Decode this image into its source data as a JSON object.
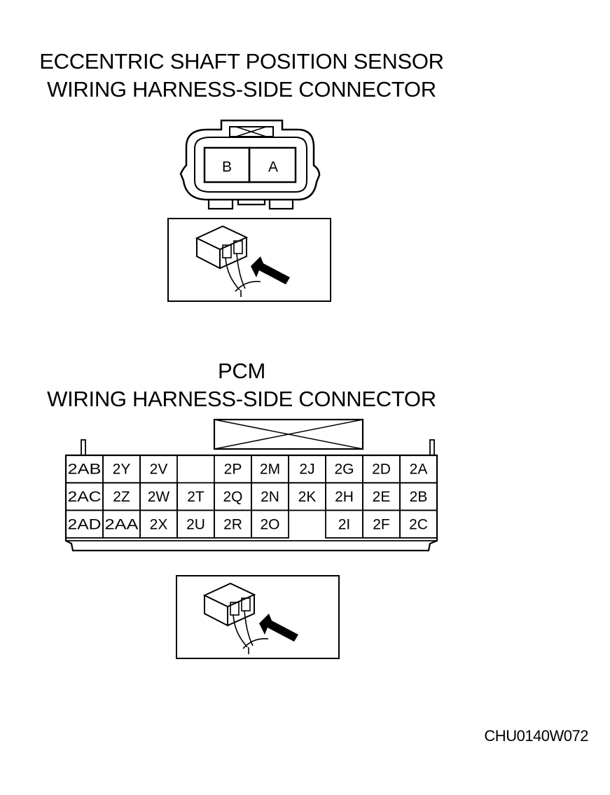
{
  "sensor": {
    "title_line1": "ECCENTRIC SHAFT POSITION SENSOR",
    "title_line2": "WIRING HARNESS-SIDE CONNECTOR",
    "terminals": [
      "B",
      "A"
    ]
  },
  "pcm": {
    "title_line1": "PCM",
    "title_line2": "WIRING HARNESS-SIDE CONNECTOR",
    "rows": [
      [
        "2AB",
        "2Y",
        "2V",
        "",
        "2P",
        "2M",
        "2J",
        "2G",
        "2D",
        "2A"
      ],
      [
        "2AC",
        "2Z",
        "2W",
        "2T",
        "2Q",
        "2N",
        "2K",
        "2H",
        "2E",
        "2B"
      ],
      [
        "2AD",
        "2AA",
        "2X",
        "2U",
        "2R",
        "2O",
        "",
        "2I",
        "2F",
        "2C"
      ]
    ]
  },
  "figure_code": "CHU0140W072",
  "icons": [
    "connector-view-icon",
    "arrow-icon"
  ]
}
